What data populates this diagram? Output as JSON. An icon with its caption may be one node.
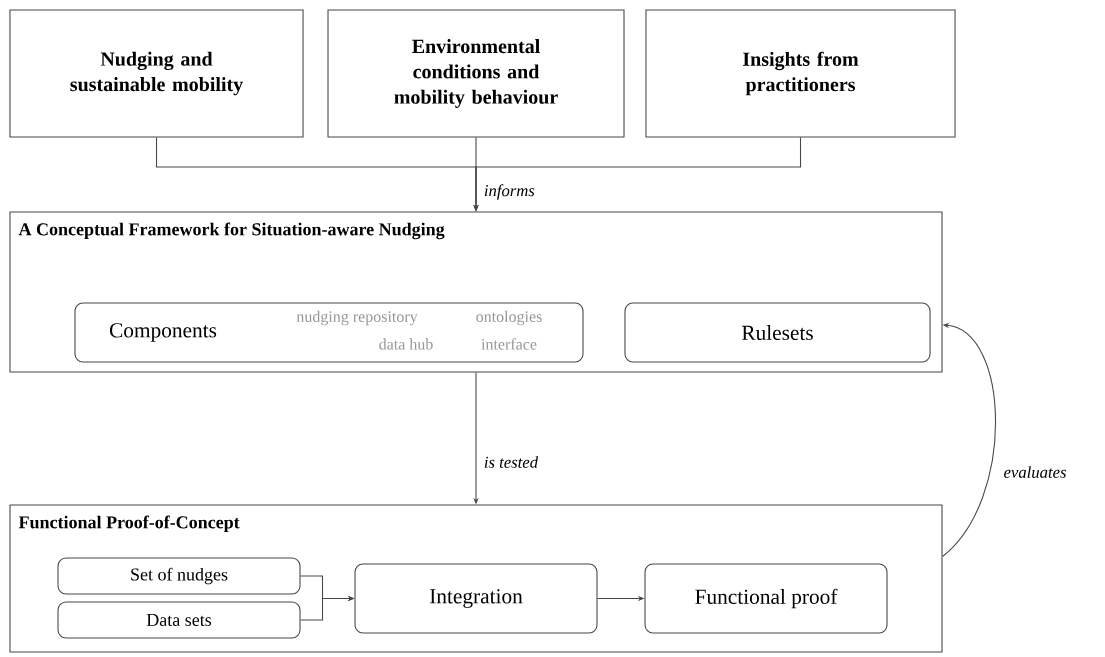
{
  "diagram": {
    "nodes": [
      {
        "text": [
          "Nudging and sustainable mobility"
        ]
      },
      {
        "text": [
          "Environmental conditions and mobility behaviour"
        ]
      },
      {
        "text": [
          "Insights from practitioners"
        ]
      },
      {
        "text": [
          "A Conceptual Framework for Situation-aware Nudging"
        ]
      },
      {
        "text": [
          "Components",
          "nudging repository",
          "ontologies",
          "data hub",
          "interface"
        ],
        "in": 3
      },
      {
        "text": [
          "Rulesets"
        ],
        "in": 3
      },
      {
        "text": [
          "Functional Proof-of-Concept"
        ]
      },
      {
        "text": [
          "Set of nudges"
        ],
        "in": 6
      },
      {
        "text": [
          "Data sets"
        ],
        "in": 6
      },
      {
        "text": [
          "Integration"
        ],
        "in": 6
      },
      {
        "text": [
          "Functional proof"
        ],
        "in": 6
      }
    ],
    "edges": [
      {
        "from": 0,
        "to": 3,
        "arrow": "to"
      },
      {
        "from": 1,
        "to": 3,
        "arrow": "to",
        "label": "informs"
      },
      {
        "from": 2,
        "to": 3,
        "arrow": "to"
      },
      {
        "from": 3,
        "to": 6,
        "arrow": "to",
        "label": "is tested"
      },
      {
        "from": 6,
        "to": 3,
        "arrow": "to",
        "label": "evaluates"
      },
      {
        "from": 7,
        "to": 9,
        "arrow": "to"
      },
      {
        "from": 8,
        "to": 9,
        "arrow": "to"
      },
      {
        "from": 9,
        "to": 10,
        "arrow": "to"
      }
    ]
  }
}
